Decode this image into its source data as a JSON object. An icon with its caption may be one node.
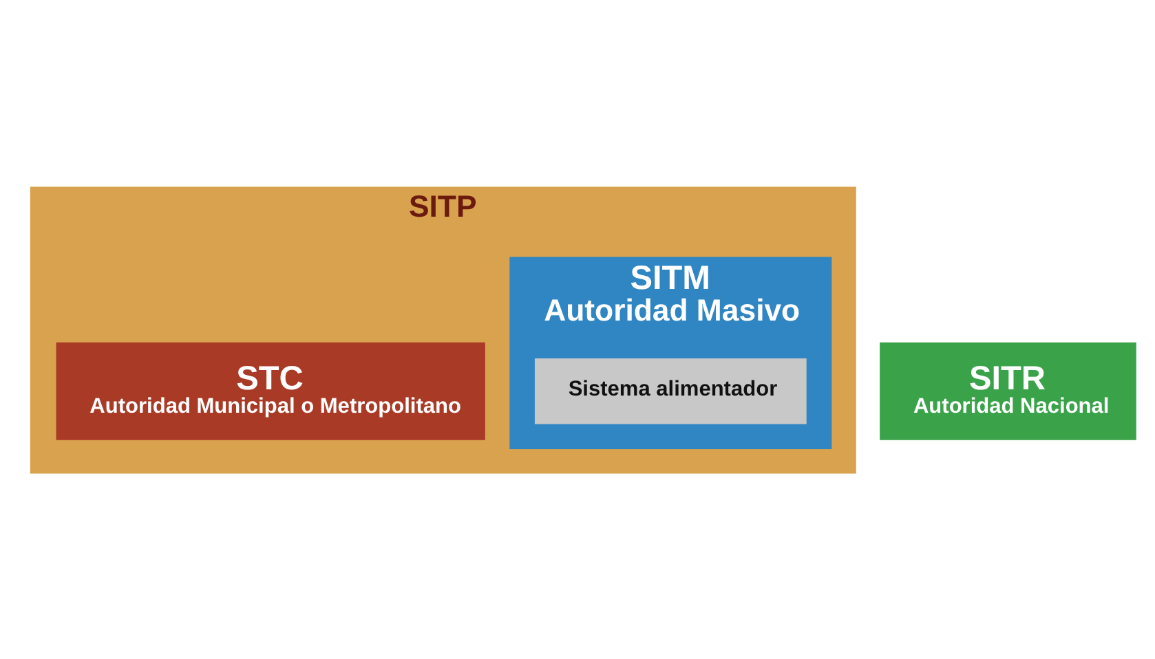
{
  "diagram": {
    "nodes": [
      {
        "text": [
          "SITP"
        ]
      },
      {
        "text": [
          "STC",
          "Autoridad Municipal o Metropolitano"
        ],
        "in": 0
      },
      {
        "text": [
          "SITM",
          "Autoridad Masivo"
        ],
        "in": 0
      },
      {
        "text": [
          "Sistema alimentador"
        ],
        "in": 2
      },
      {
        "text": [
          "SITR",
          "Autoridad Nacional"
        ]
      }
    ]
  }
}
